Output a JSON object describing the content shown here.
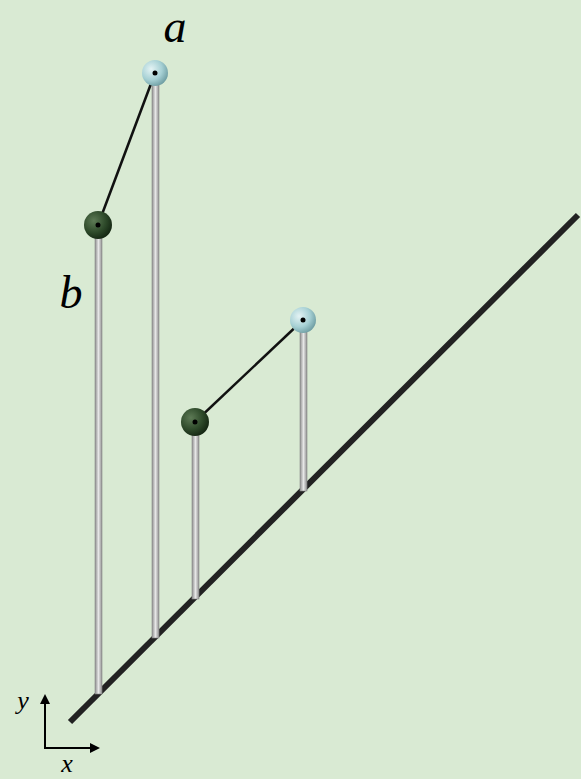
{
  "diagram": {
    "labels": [
      "a",
      "b",
      "y",
      "x"
    ]
  }
}
